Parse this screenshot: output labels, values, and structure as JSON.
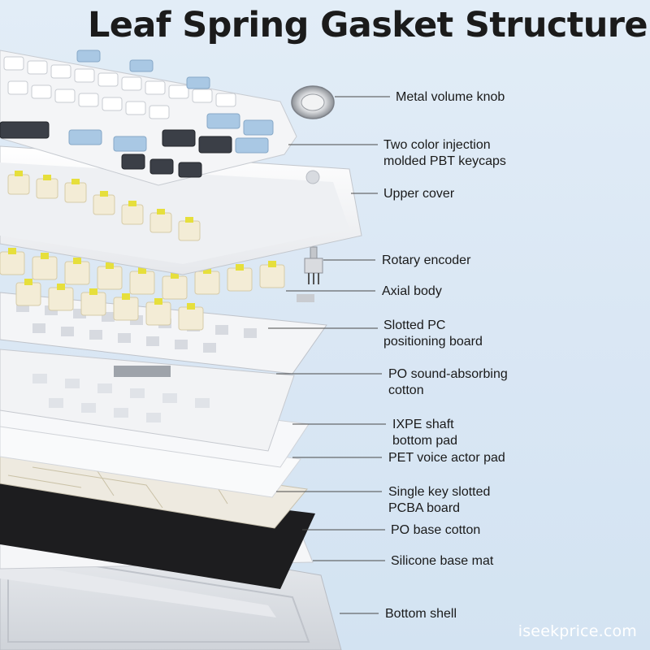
{
  "title": "Leaf Spring Gasket Structure",
  "labels": [
    {
      "lines": [
        "Metal volume knob"
      ]
    },
    {
      "lines": [
        "Two color injection",
        "molded PBT keycaps"
      ]
    },
    {
      "lines": [
        "Upper cover"
      ]
    },
    {
      "lines": [
        "Rotary encoder"
      ]
    },
    {
      "lines": [
        "Axial body"
      ]
    },
    {
      "lines": [
        "Slotted PC",
        "positioning board"
      ]
    },
    {
      "lines": [
        "PO sound-absorbing",
        "cotton"
      ]
    },
    {
      "lines": [
        "IXPE shaft",
        "bottom pad"
      ]
    },
    {
      "lines": [
        "PET voice actor pad"
      ]
    },
    {
      "lines": [
        "Single key slotted",
        "PCBA board"
      ]
    },
    {
      "lines": [
        "PO base cotton"
      ]
    },
    {
      "lines": [
        "Silicone base mat"
      ]
    },
    {
      "lines": [
        "Bottom shell"
      ]
    }
  ],
  "watermark": "iseekprice.com",
  "colors": {
    "background": "#dae7f4",
    "keycap_white": "#f4f5f7",
    "keycap_blue": "#a9c8e4",
    "keycap_dark": "#3b3f47",
    "switch_yellow": "#e6df3c",
    "switch_housing": "#f3ecd6",
    "base_cotton_black": "#1d1d1f",
    "shell_grey": "#dcdee2"
  }
}
